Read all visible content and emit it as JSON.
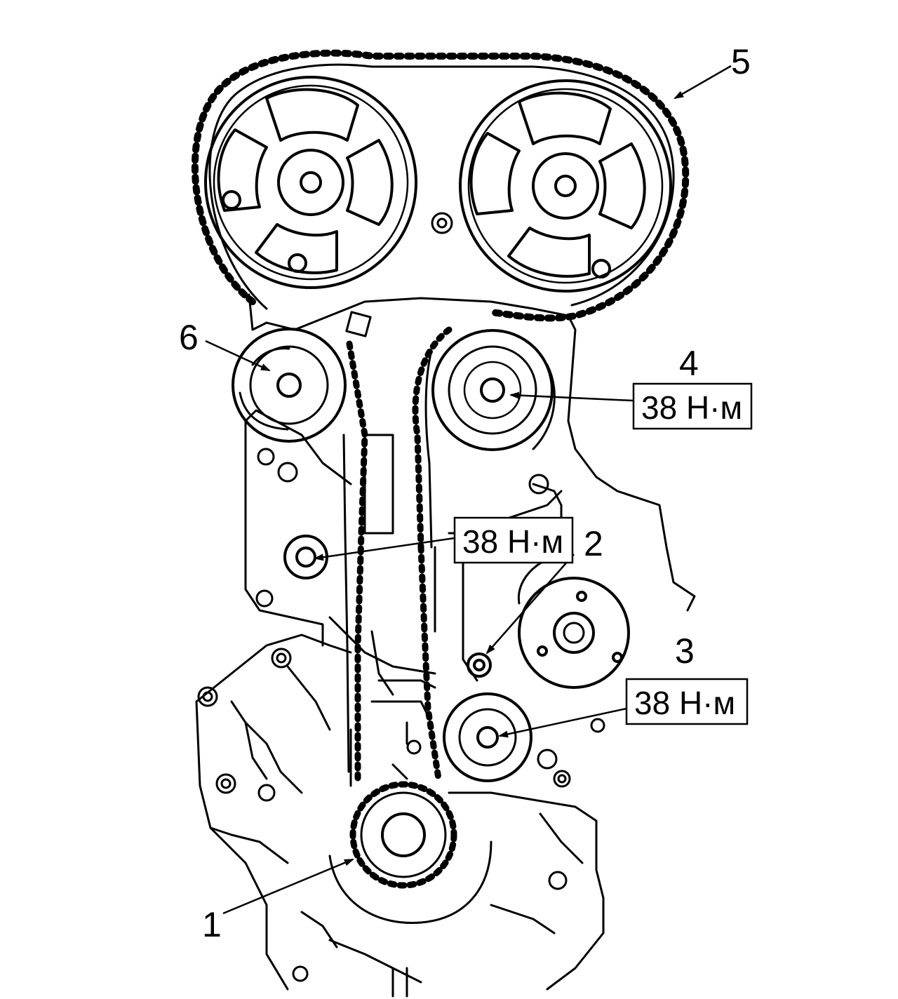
{
  "labels": {
    "crankshaft_sprocket": "1",
    "idler_pulley_lower": "2",
    "tensioner_pulley": "3",
    "idler_pulley_upper": "4",
    "timing_belt": "5",
    "tensioner_adjuster": "6"
  },
  "torques": {
    "idler_upper": "38 Н·м",
    "idler_lower": "38 Н·м",
    "tensioner": "38 Н·м"
  },
  "colors": {
    "ink": "#000000",
    "background": "#ffffff"
  }
}
